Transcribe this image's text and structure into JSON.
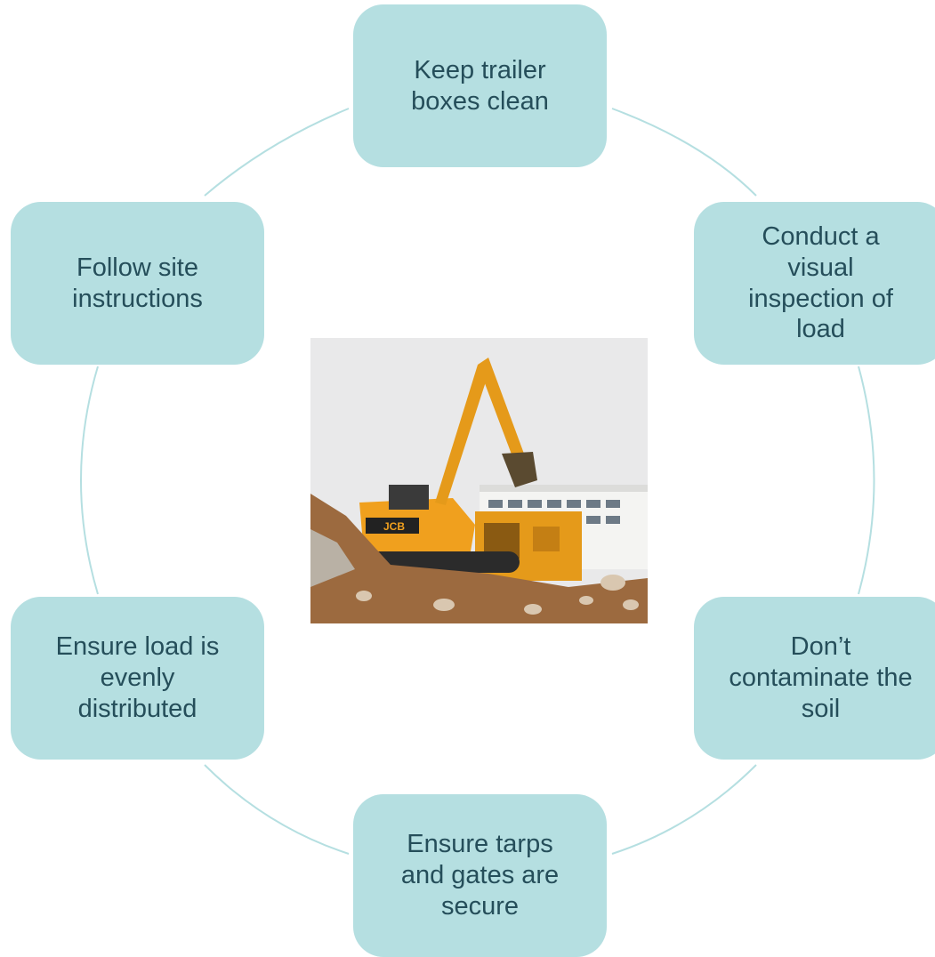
{
  "diagram": {
    "colors": {
      "node_fill": "#b5dfe1",
      "node_text": "#254e5a",
      "arc_stroke": "#b5dfe1"
    },
    "nodes": [
      {
        "id": "top",
        "label": "Keep trailer\nboxes clean"
      },
      {
        "id": "upper-right",
        "label": "Conduct a\nvisual\ninspection of\nload"
      },
      {
        "id": "lower-right",
        "label": "Don’t\ncontaminate the\nsoil"
      },
      {
        "id": "bottom",
        "label": "Ensure tarps\nand gates are\nsecure"
      },
      {
        "id": "lower-left",
        "label": "Ensure load is\nevenly\ndistributed"
      },
      {
        "id": "upper-left",
        "label": "Follow site\ninstructions"
      }
    ],
    "center_image": {
      "subject": "excavator-at-construction-site-photo"
    }
  }
}
